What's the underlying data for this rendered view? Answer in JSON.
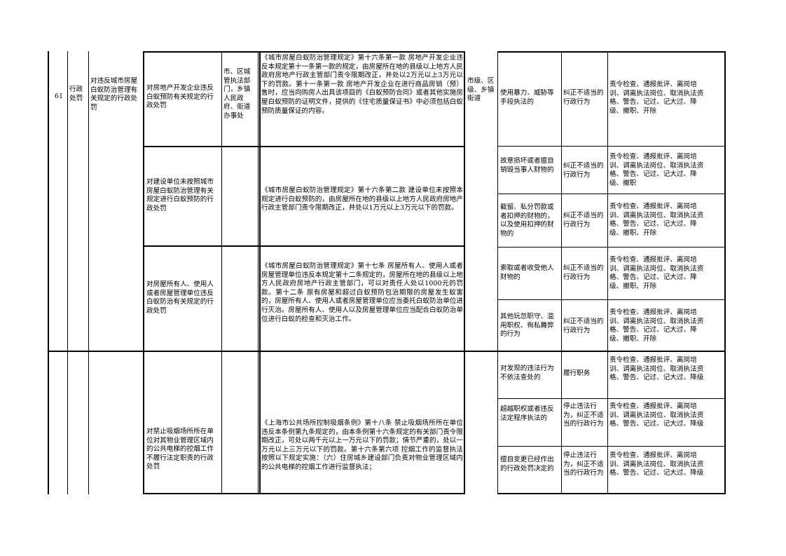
{
  "row61": {
    "number": "61",
    "category": "行政处罚",
    "item_name": "对违反城市房屋白蚁防治管理有关规定的行政处罚",
    "enforcement_body": "市、区城管执法部门，乡镇人民政府、街道办事处",
    "sub_items": [
      {
        "name": "对房地产开发企业违反白蚁预防有关规定的行政处罚",
        "basis": "《城市房屋白蚁防治管理规定》第十六条第一款 房地产开发企业违反本规定第十一条第一款的规定，由房屋所在地的县级以上地方人民政府房地产行政主管部门责令限期改正，并处以2万元以上3万元以下的罚款。第十一条第一款 房地产开发企业在进行商品房销（预）售时，应当向购房人出具该项目的《白蚁预防合同》或者其他实施房屋白蚁预防的证明文件，提供的《住宅质量保证书》中必须包括白蚁预防质量保证的内容。"
      },
      {
        "name": "对建设单位未按照城市房屋白蚁防治管理有关规定进行白蚁预防的行政处罚",
        "basis": "《城市房屋白蚁防治管理规定》第十六条第二款 建设单位未按照本规定进行白蚁预防的，由房屋所在地的县级以上地方人民政府房地产行政主管部门责令限期改正，并处以1万元以上3万元以下的罚款。"
      },
      {
        "name": "对房屋所有人、使用人或者房屋管理单位违反白蚁防治有关规定的行政处罚",
        "basis": "《城市房屋白蚁防治管理规定》第十七条 房屋所有人、使用人或者房屋管理单位违反本规定第十二条规定的，房屋所在地的县级以上地方人民政府房地产行政主管部门，可以对责任人处以1000元的罚款。第十二条 原有房屋和超过白蚁预防包治期限的房屋发生蚁害的，房屋所有人、使用人或者房屋管理单位应当委托白蚁防治单位进行灭治。房屋所有人、使用人以及房屋管理单位应当配合白蚁防治单位进行白蚁的检查和灭治工作。"
      }
    ],
    "supervision_body": "市级、区级、乡镇街道",
    "accountability": [
      {
        "situation": "使用暴力、威胁等手段执法的",
        "type": "纠正不适当的行政行为",
        "penalty": "责令检查、通报批评、离岗培训、调离执法岗位、取消执法资格、警告、记过、记大过、降级、撤职、开除"
      },
      {
        "situation": "故意损坏或者擅自销毁当事人财物的",
        "type": "纠正不适当的行政行为",
        "penalty": "责令检查、通报批评、离岗培训、调离执法岗位、取消执法资格、警告、记过、记大过、降级、撤职"
      },
      {
        "situation": "截留、私分罚款或者扣押的财物的，以及使用扣押的财物的",
        "type": "纠正不适当的行政行为",
        "penalty": "责令检查、通报批评、离岗培训、调离执法岗位、取消执法资格、警告、记过、记大过、降级、撤职、开除"
      },
      {
        "situation": "索取或者收受他人财物的",
        "type": "纠正不适当的行政行为",
        "penalty": "责令检查、通报批评、离岗培训、调离执法岗位、取消执法资格、警告、记过、记大过、降级、撤职、开除"
      },
      {
        "situation": "其他玩忽职守、滥用职权、徇私舞弊的行为",
        "type": "纠正不适当的行政行为",
        "penalty": "责令检查、通报批评、离岗培训、调离执法岗位、取消执法资格、警告、记过、记大过、降级、撤职、开除"
      }
    ]
  },
  "row62": {
    "sub_item_name": "对禁止吸烟场所所在单位对其物业管理区域内的公共电梯的控烟工作不履行法定职责的行政处罚",
    "basis": "《上海市公共场所控制吸烟条例》第十八条 禁止吸烟场所所在单位违反本条例第九条规定的，由本条例第十六条规定的有关部门责令限期改正，可处以两千元以上一万元以下的罚款；情节严重的，处以一万元以上三万元以下的罚款。第十六条第六项 控烟工作的监督执法按照以下规定实施：（六）住房城乡建设部门负责对物业管理区域内的公共电梯的控烟工作进行监督执法；",
    "accountability": [
      {
        "situation": "对发现的违法行为不依法查处的",
        "type": "履行职务",
        "penalty": "责令检查、通报批评、离岗培训、调离执法岗位、取消执法资格、警告、记过、记大过、降级"
      },
      {
        "situation": "超越职权或者违反法定程序执法的",
        "type": "停止违法行为，纠正不适当的行政行为",
        "penalty": "责令检查、通报批评、离岗培训、调离执法岗位、取消执法资格、警告、记过、记大过、降级"
      },
      {
        "situation": "擅自变更已经作出的行政处罚决定的",
        "type": "停止违法行为，纠正不适当的行政行为",
        "penalty": "责令检查、通报批评、离岗培训、调离执法岗位、取消执法资格、警告、记过、记大过、降级"
      }
    ]
  }
}
